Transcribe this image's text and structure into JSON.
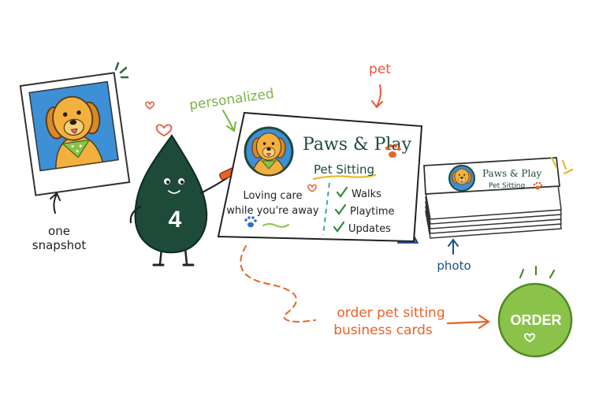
{
  "photo_caption": {
    "line1": "one",
    "line2": "snapshot"
  },
  "labels": {
    "personalized": "personalized",
    "pet": "pet",
    "photo": "photo",
    "order_line1": "order pet sitting",
    "order_line2": "business cards"
  },
  "mascot": {
    "number": "4"
  },
  "card": {
    "title": "Paws & Play",
    "subtitle": "Pet Sitting",
    "tagline_line1": "Loving care",
    "tagline_line2": "while you're away",
    "services": [
      "Walks",
      "Playtime",
      "Updates"
    ]
  },
  "stack_card": {
    "title": "Paws & Play",
    "subtitle": "Pet Sitting"
  },
  "order_badge": {
    "label": "ORDER"
  },
  "icons": {
    "heart": "heart-icon",
    "paw": "paw-icon",
    "check": "check-icon",
    "arrow": "arrow-icon"
  },
  "colors": {
    "green_text": "#7cb342",
    "orange": "#e8632a",
    "coral": "#e8573f",
    "navy": "#1f4e8c",
    "mascot": "#1e4a3a",
    "order_green": "#8bc34a",
    "dog": "#f2b13f",
    "photo_bg": "#3d8fd6",
    "bandana": "#8bc34a"
  }
}
